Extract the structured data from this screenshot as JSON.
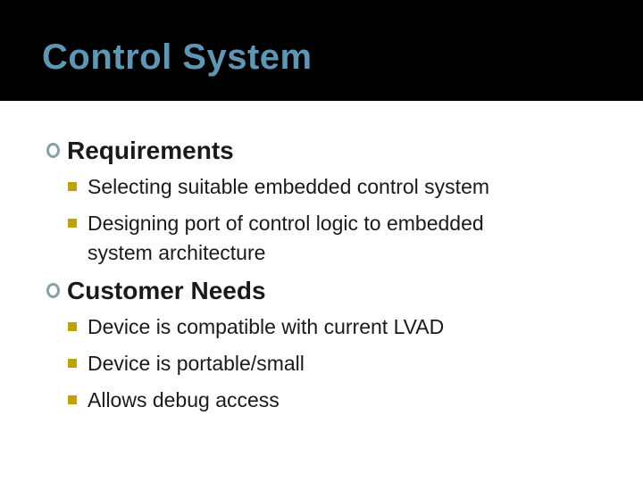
{
  "slide": {
    "title": "Control System",
    "sections": [
      {
        "heading": "Requirements",
        "items": [
          "Selecting suitable embedded control system",
          "Designing port of control logic to embedded system architecture"
        ]
      },
      {
        "heading": "Customer Needs",
        "items": [
          "Device is compatible with current LVAD",
          "Device is portable/small",
          "Allows debug access"
        ]
      }
    ]
  },
  "colors": {
    "title_text": "#5F96B4",
    "header_background": "#000000",
    "content_background": "#FFFFFF",
    "body_text": "#1A1A1A",
    "circle_bullet": "#87A0AA",
    "square_bullet": "#BFA20B"
  }
}
